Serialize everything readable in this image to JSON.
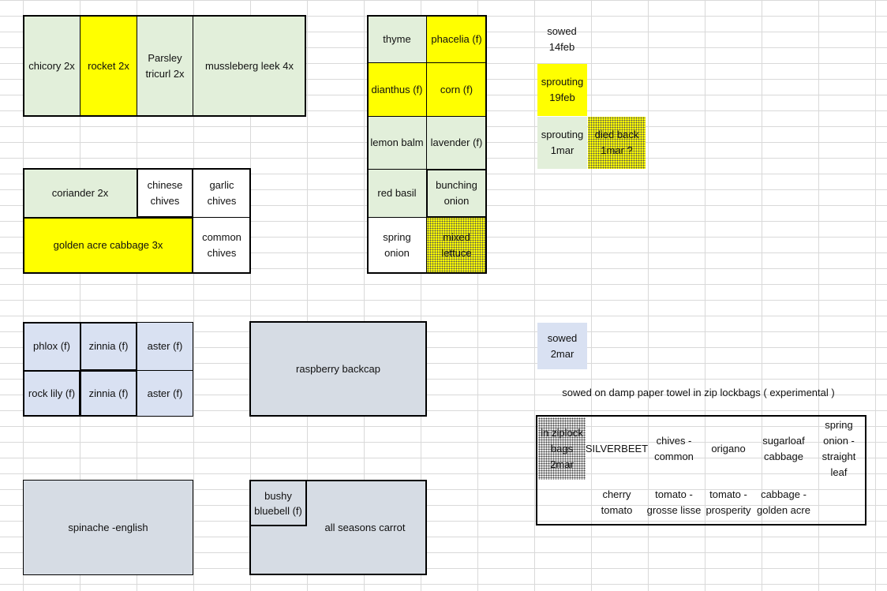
{
  "bed1": {
    "chicory": "chicory 2x",
    "rocket": "rocket 2x",
    "parsley": "Parsley tricurl  2x",
    "leek": "mussleberg leek 4x"
  },
  "bed2": {
    "coriander": "coriander  2x",
    "chinese_chives": "chinese chives",
    "garlic_chives": "garlic chives",
    "cabbage": "golden acre cabbage 3x",
    "common_chives": "common chives"
  },
  "bed3": {
    "thyme": "thyme",
    "phacelia": "phacelia (f)",
    "dianthus": "dianthus (f)",
    "corn": "corn (f)",
    "lemon_balm": "lemon balm",
    "lavender": "lavender (f)",
    "red_basil": "red basil",
    "bunching_onion": "bunching onion",
    "spring_onion": "spring onion",
    "mixed_lettuce": "mixed lettuce"
  },
  "legend": {
    "sowed_14feb": "sowed 14feb",
    "sprouting_19feb": "sprouting 19feb",
    "sprouting_1mar": "sprouting 1mar",
    "died_back": "died back 1mar ?",
    "sowed_2mar": "sowed 2mar"
  },
  "bed4": {
    "phlox": "phlox (f)",
    "zinnia1": "zinnia (f)",
    "aster1": "aster (f)",
    "rock_lily": "rock lily (f)",
    "zinnia2": "zinnia (f)",
    "aster2": "aster (f)"
  },
  "raspberry": "raspberry backcap",
  "spinach": "spinache -english",
  "bluebell": "bushy bluebell (f)",
  "carrot": "all seasons carrot",
  "experimental_note": "sowed on damp paper towel in zip lockbags ( experimental )",
  "ziplock_table": {
    "legend_cell": "in ziplock bags 2mar",
    "row1": [
      "SILVERBEET",
      "chives - common",
      "origano",
      "sugarloaf cabbage",
      "spring onion - straight leaf"
    ],
    "row2": [
      "cherry tomato",
      "tomato - grosse lisse",
      "tomato - prosperity",
      "cabbage - golden acre"
    ]
  },
  "colors": {
    "sprouting_green": "#e2efda",
    "sowed_yellow": "#ffff00",
    "sowed_blue": "#d9e1f2",
    "bed_grey": "#d6dce4",
    "grid_line": "#d9d9d9"
  }
}
